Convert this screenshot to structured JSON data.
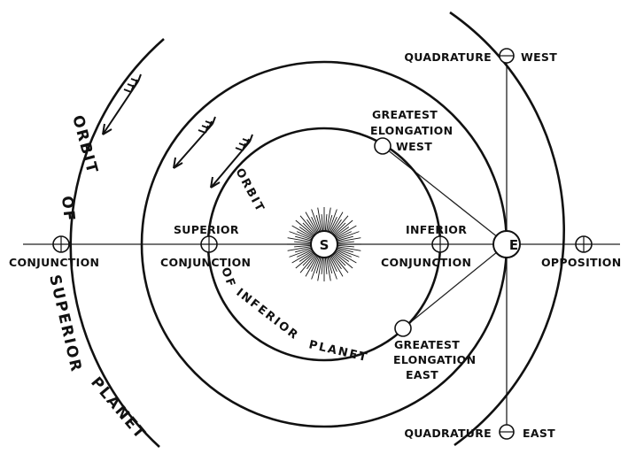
{
  "sun_label": "S",
  "earth_label": "E",
  "labels": {
    "quad_west_a": "QUADRATURE",
    "quad_west_b": "WEST",
    "quad_east_a": "QUADRATURE",
    "quad_east_b": "EAST",
    "ge_west_1": "GREATEST",
    "ge_west_2": "ELONGATION",
    "ge_west_3": "WEST",
    "ge_east_1": "GREATEST",
    "ge_east_2": "ELONGATION",
    "ge_east_3": "EAST",
    "superior": "SUPERIOR",
    "sup_conj": "CONJUNCTION",
    "inferior": "INFERIOR",
    "inf_conj": "CONJUNCTION",
    "conjunction": "CONJUNCTION",
    "opposition": "OPPOSITION"
  },
  "orbit_labels": {
    "outer_1": "ORBIT",
    "outer_2": "OF",
    "outer_3": "SUPERIOR",
    "outer_4": "PLANET",
    "inner_1": "ORBIT",
    "inner_2": "OF",
    "inner_3": "INFERIOR",
    "inner_4": "PLANET"
  }
}
